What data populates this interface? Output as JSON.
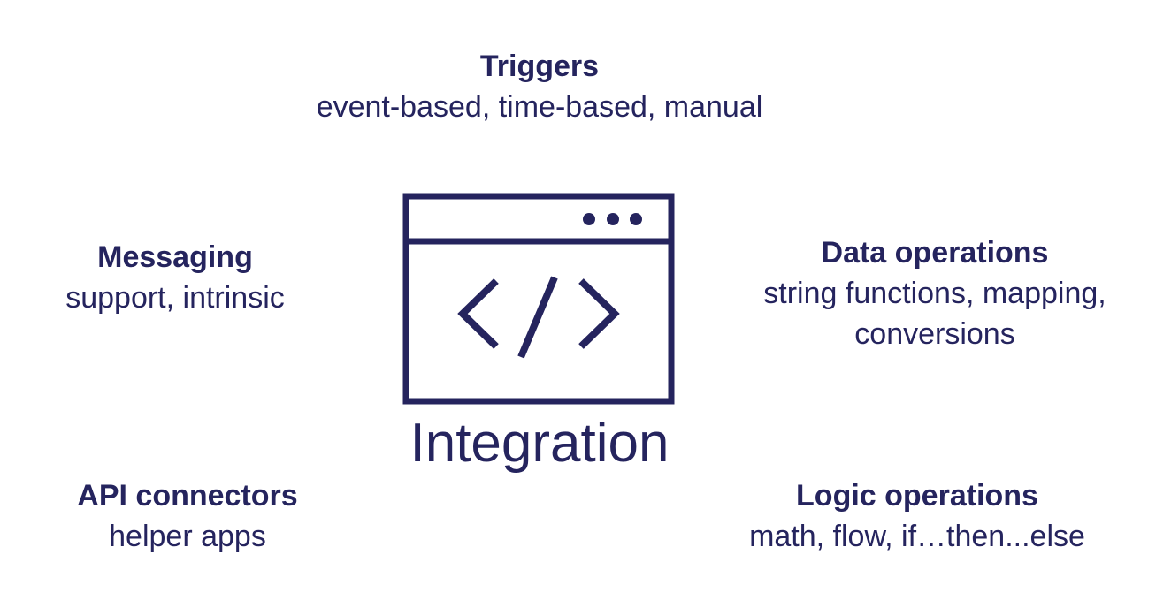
{
  "center": {
    "label": "Integration",
    "icon": "code-window-icon"
  },
  "nodes": {
    "triggers": {
      "title": "Triggers",
      "desc": "event-based, time-based, manual"
    },
    "messaging": {
      "title": "Messaging",
      "desc": "support, intrinsic"
    },
    "data_operations": {
      "title": "Data operations",
      "desc_line1": "string functions, mapping,",
      "desc_line2": "conversions"
    },
    "api_connectors": {
      "title": "API connectors",
      "desc": "helper apps"
    },
    "logic_operations": {
      "title": "Logic operations",
      "desc": "math, flow, if…then...else"
    }
  },
  "colors": {
    "primary": "#25245e",
    "background": "#ffffff"
  }
}
